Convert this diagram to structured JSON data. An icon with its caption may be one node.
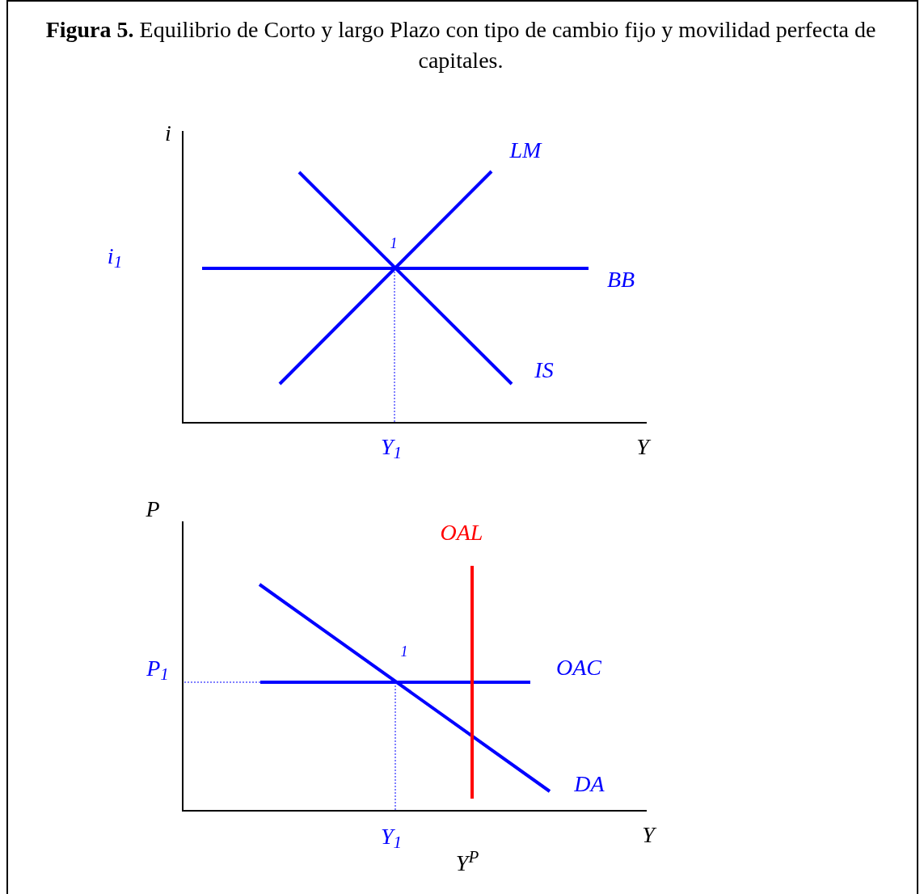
{
  "diagram": {
    "title": "**Figura  5.** Equilibrio de Corto y largo Plazo con tipo de cambio fijo y movilidad perfecta de capitales.",
    "labels": [
      "i",
      "LM",
      "i$_{1}$",
      "1",
      "BB",
      "IS",
      "Y$_{1}$",
      "Y",
      "P",
      "OAL",
      "1",
      "P$_{1}$",
      "OAC",
      "DA",
      "Y$_{1}$",
      "Y",
      "Y$^{P}$"
    ]
  }
}
